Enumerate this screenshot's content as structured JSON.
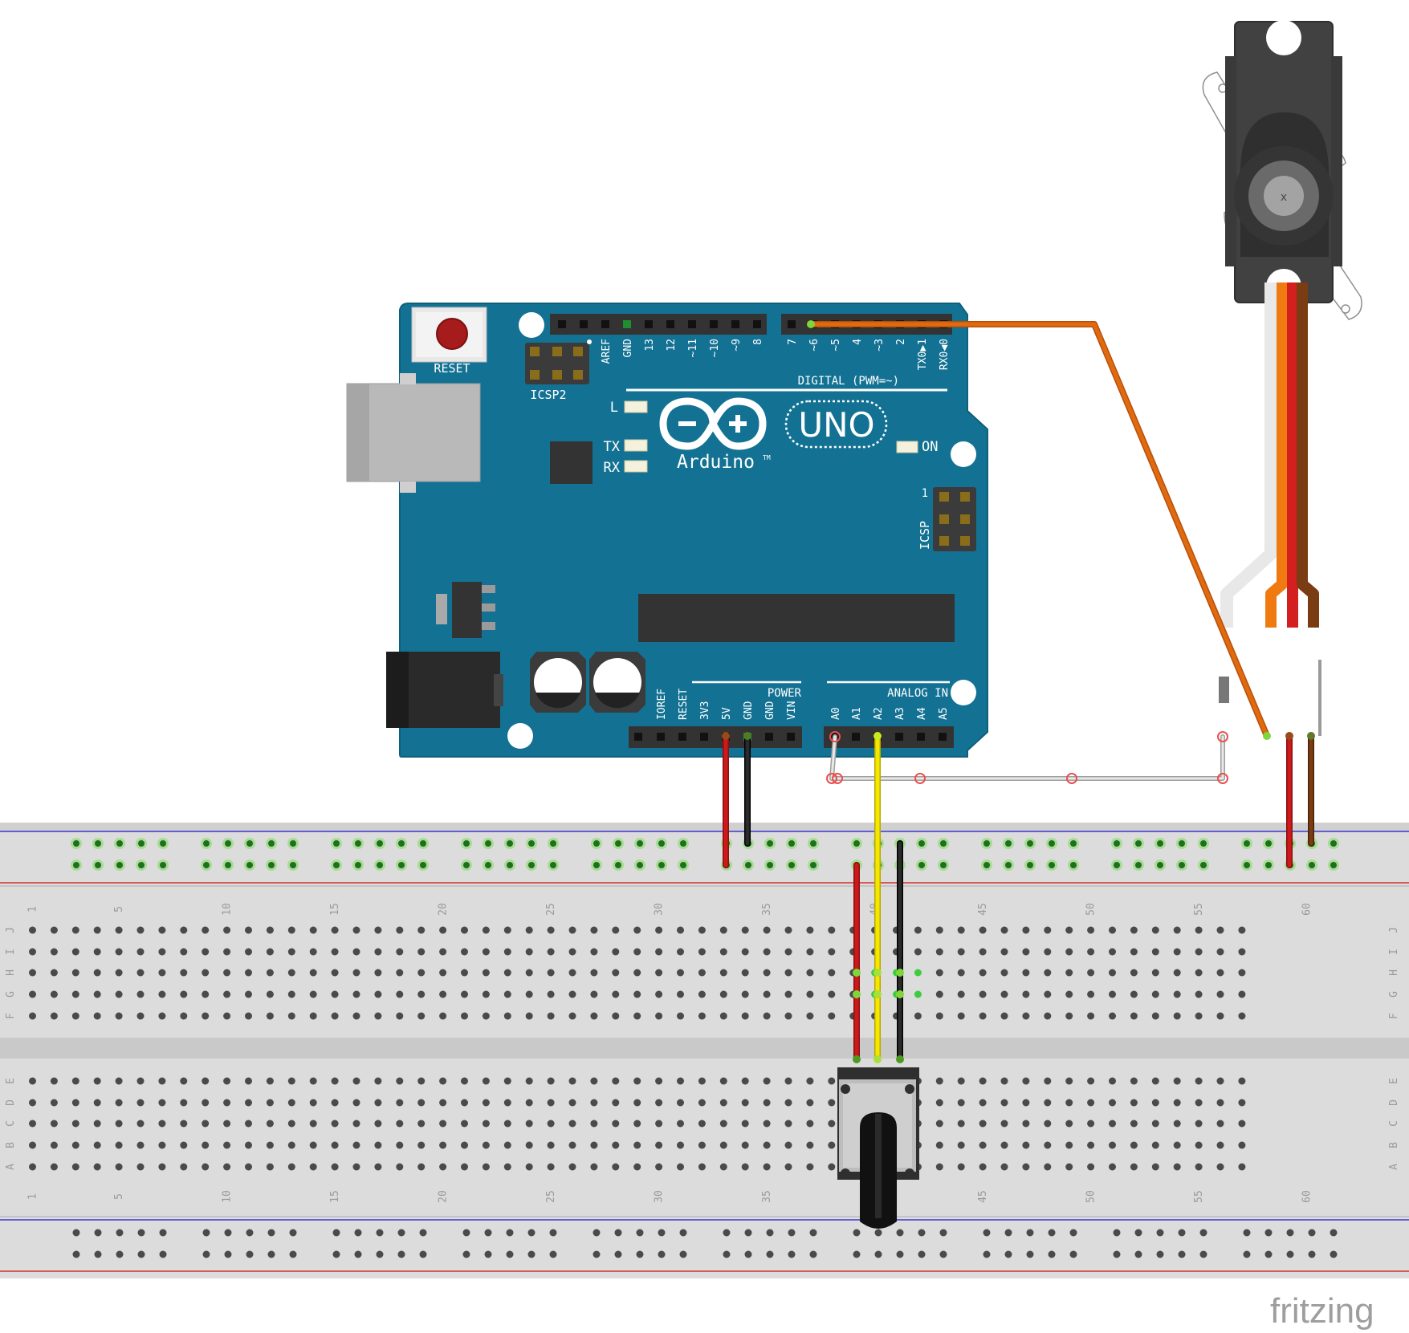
{
  "board": {
    "reset_label": "RESET",
    "icsp2_label": "ICSP2",
    "icsp_label": "ICSP",
    "icsp_pin1": "1",
    "digital_label": "DIGITAL (PWM=~)",
    "digital_pins": [
      "AREF",
      "GND",
      "13",
      "12",
      "~11",
      "~10",
      "~9",
      "8",
      "7",
      "~6",
      "~5",
      "4",
      "~3",
      "2",
      "TX0▶1",
      "RX0◀0"
    ],
    "led_l": "L",
    "led_tx": "TX",
    "led_rx": "RX",
    "led_on": "ON",
    "logo_word": "Arduino",
    "logo_tm": "TM",
    "model": "UNO",
    "power_label": "POWER",
    "power_pins": [
      "IOREF",
      "RESET",
      "3V3",
      "5V",
      "GND",
      "GND",
      "VIN"
    ],
    "analog_label": "ANALOG IN",
    "analog_pins": [
      "A0",
      "A1",
      "A2",
      "A3",
      "A4",
      "A5"
    ]
  },
  "breadboard": {
    "column_numbers": [
      "1",
      "5",
      "10",
      "15",
      "20",
      "25",
      "30",
      "35",
      "40",
      "45",
      "50",
      "55",
      "60"
    ],
    "top_rows": [
      "J",
      "I",
      "H",
      "G",
      "F"
    ],
    "bottom_rows": [
      "E",
      "D",
      "C",
      "B",
      "A"
    ]
  },
  "wire_colors": {
    "signal": "#e06a10",
    "power": "#cc1a1a",
    "ground": "#222222",
    "analog": "#f5e800",
    "jumper": "#bdbdbd",
    "servo_ground": "#7a3c12",
    "board": "#137293"
  },
  "watermark": "fritzing"
}
